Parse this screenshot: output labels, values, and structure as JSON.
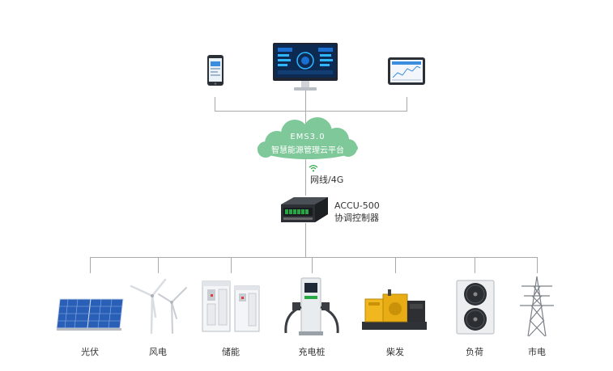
{
  "cloud": {
    "line1": "EMS3.0",
    "line2": "智慧能源管理云平台"
  },
  "network": {
    "label": "网线/4G"
  },
  "controller": {
    "model": "ACCU-500",
    "name": "协调控制器"
  },
  "devices": {
    "pv": "光伏",
    "wind": "风电",
    "storage": "储能",
    "charging_pile": "充电桩",
    "diesel": "柴发",
    "load": "负荷",
    "grid": "市电"
  },
  "icons": {
    "top": [
      "smartphone-icon",
      "monitor-icon",
      "tablet-icon"
    ],
    "network": "wifi-icon"
  },
  "colors": {
    "cloud": "#7fc89a",
    "lines": "#a9a9a9",
    "accent_green": "#28a745"
  }
}
